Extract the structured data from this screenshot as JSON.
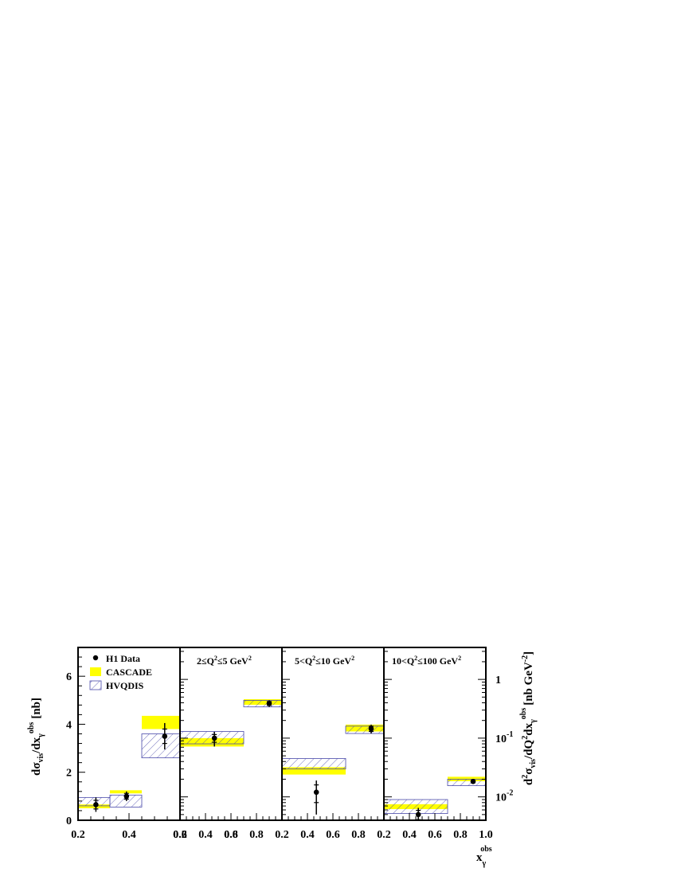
{
  "figure": {
    "left_axis_label": {
      "main": "dσ",
      "sub1": "vis",
      "mid": "/dx",
      "sub2": "γ",
      "sup": "obs",
      "unit": "[nb]"
    },
    "right_axis_label": {
      "p1": "d",
      "sup2": "2",
      "p2": "σ",
      "sub1": "vis",
      "p3": "/dQ",
      "sup3": "2",
      "p4": "dx",
      "sub2": "γ",
      "sup4": "obs",
      "unit_open": "[nb GeV",
      "sup5": "-2",
      "unit_close": "]"
    },
    "x_axis_label": {
      "main": "x",
      "sub": "γ",
      "sup": "obs"
    },
    "legend": [
      {
        "label": "H1 Data",
        "style": "point"
      },
      {
        "label": "CASCADE",
        "style": "yellow-band"
      },
      {
        "label": "HVQDIS",
        "style": "hatched"
      }
    ],
    "colors": {
      "cascade": "#ffff00",
      "hvqdis": "#4a4aaa",
      "data": "#000000"
    }
  },
  "chart_data": [
    {
      "type": "bar",
      "panel": "inclusive",
      "title": "",
      "ylim": [
        0,
        7.2
      ],
      "yscale": "linear",
      "yticks": [
        "0",
        "2",
        "4",
        "6"
      ],
      "xlim": [
        0.2,
        0.6
      ],
      "xticks": [
        "0.2",
        "0.4",
        "0.6",
        "0.8"
      ],
      "bins": [
        [
          0.2,
          0.325
        ],
        [
          0.325,
          0.45
        ],
        [
          0.45,
          0.6
        ]
      ],
      "series": [
        {
          "name": "CASCADE",
          "low": [
            0.5,
            1.12,
            3.8
          ],
          "high": [
            0.66,
            1.25,
            4.35
          ]
        },
        {
          "name": "HVQDIS",
          "low": [
            0.6,
            0.55,
            2.6
          ],
          "high": [
            0.95,
            1.05,
            3.6
          ]
        },
        {
          "name": "H1 Data",
          "x": [
            0.27,
            0.39,
            0.54
          ],
          "y": [
            0.65,
            1.0,
            3.5
          ],
          "err_stat": [
            0.18,
            0.12,
            0.3
          ],
          "err_tot": [
            0.3,
            0.2,
            0.55
          ]
        }
      ]
    },
    {
      "type": "bar",
      "panel": "Q2 bin 1",
      "title": "2≤Q²≤5 GeV²",
      "title_parts": {
        "a": "2≤Q",
        "sup1": "2",
        "b": "≤5 GeV",
        "sup2": "2"
      },
      "ylim": [
        0.004,
        3.5
      ],
      "yscale": "log",
      "xlim": [
        0.2,
        1.0
      ],
      "xticks": [
        "0.2",
        "0.4",
        "0.6",
        "0.8"
      ],
      "bins": [
        [
          0.2,
          0.7
        ],
        [
          0.7,
          1.0
        ]
      ],
      "series": [
        {
          "name": "CASCADE",
          "low": [
            0.072,
            0.37
          ],
          "high": [
            0.1,
            0.46
          ]
        },
        {
          "name": "HVQDIS",
          "low": [
            0.08,
            0.34
          ],
          "high": [
            0.13,
            0.44
          ]
        },
        {
          "name": "H1 Data",
          "x": [
            0.47,
            0.9
          ],
          "y": [
            0.1,
            0.39
          ],
          "err_stat": [
            0.015,
            0.03
          ],
          "err_tot": [
            0.028,
            0.05
          ]
        }
      ]
    },
    {
      "type": "bar",
      "panel": "Q2 bin 2",
      "title": "5<Q²≤10 GeV²",
      "title_parts": {
        "a": "5<Q",
        "sup1": "2",
        "b": "≤10 GeV",
        "sup2": "2"
      },
      "ylim": [
        0.004,
        3.5
      ],
      "yscale": "log",
      "xlim": [
        0.2,
        1.0
      ],
      "xticks": [
        "0.2",
        "0.4",
        "0.6",
        "0.8"
      ],
      "bins": [
        [
          0.2,
          0.7
        ],
        [
          0.7,
          1.0
        ]
      ],
      "series": [
        {
          "name": "CASCADE",
          "low": [
            0.024,
            0.13
          ],
          "high": [
            0.032,
            0.17
          ]
        },
        {
          "name": "HVQDIS",
          "low": [
            0.03,
            0.12
          ],
          "high": [
            0.045,
            0.16
          ]
        },
        {
          "name": "H1 Data",
          "x": [
            0.47,
            0.9
          ],
          "y": [
            0.012,
            0.145
          ],
          "err_stat": [
            0.004,
            0.015
          ],
          "err_tot": [
            0.007,
            0.025
          ]
        }
      ]
    },
    {
      "type": "bar",
      "panel": "Q2 bin 3",
      "title": "10<Q²≤100 GeV²",
      "title_parts": {
        "a": "10<Q",
        "sup1": "2",
        "b": "≤100 GeV",
        "sup2": "2"
      },
      "ylim": [
        0.004,
        3.5
      ],
      "yscale": "log",
      "yticks": [
        "10",
        "10",
        "1"
      ],
      "yticks_exp": [
        "-2",
        "-1",
        ""
      ],
      "xlim": [
        0.2,
        1.0
      ],
      "xticks": [
        "0.2",
        "0.4",
        "0.6",
        "0.8",
        "1.0"
      ],
      "bins": [
        [
          0.2,
          0.7
        ],
        [
          0.7,
          1.0
        ]
      ],
      "series": [
        {
          "name": "CASCADE",
          "low": [
            0.0062,
            0.0185
          ],
          "high": [
            0.0075,
            0.022
          ]
        },
        {
          "name": "HVQDIS",
          "low": [
            0.0052,
            0.0155
          ],
          "high": [
            0.009,
            0.02
          ]
        },
        {
          "name": "H1 Data",
          "x": [
            0.47,
            0.9
          ],
          "y": [
            0.005,
            0.0183
          ],
          "err_stat": [
            0.0009,
            0.0008
          ],
          "err_tot": [
            0.0015,
            0.0012
          ]
        }
      ]
    }
  ]
}
